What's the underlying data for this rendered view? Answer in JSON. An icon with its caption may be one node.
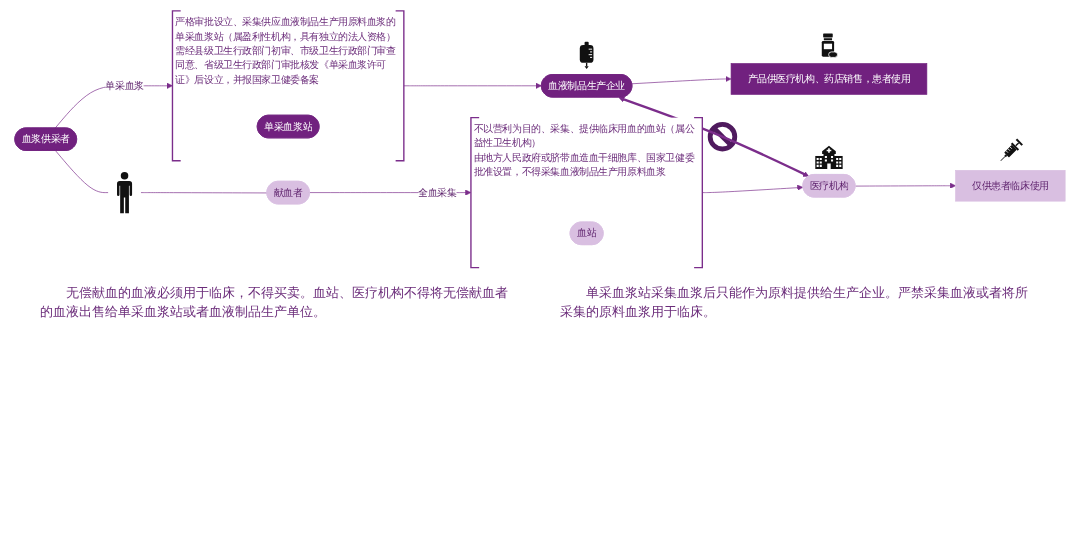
{
  "diagram": {
    "nodes": [
      {
        "text": [
          "血浆供采者"
        ]
      },
      {
        "text": [
          "严格审批设立、采集供应血液制品生产用原料血浆的单采血浆站（属盈利性机构，具有独立的法人资格）",
          "需经县级卫生行政部门初审、市级卫生行政部门审查同意、省级卫生行政部门审批核发《单采血浆许可证》后设立，并报国家卫健委备案"
        ]
      },
      {
        "text": [
          "单采血浆站"
        ],
        "in": 1
      },
      {
        "text": [
          "血液制品生产企业"
        ]
      },
      {
        "text": [
          "产品供医疗机构、药店销售，患者使用"
        ]
      },
      {
        "text": [],
        "shape": "person"
      },
      {
        "text": [
          "献血者"
        ]
      },
      {
        "text": [
          "不以营利为目的、采集、提供临床用血的血站（属公益性卫生机构）",
          "由地方人民政府或脐带血造血干细胞库、国家卫健委批准设置，不得采集血液制品生产用原料血浆"
        ]
      },
      {
        "text": [
          "血站"
        ],
        "in": 7
      },
      {
        "text": [
          "医疗机构"
        ]
      },
      {
        "text": [
          "仅供患者临床使用"
        ]
      }
    ],
    "edges": [
      {
        "from": 0,
        "to": 1,
        "arrow": "to",
        "label": "单采血浆"
      },
      {
        "from": 1,
        "to": 3,
        "arrow": "to"
      },
      {
        "from": 3,
        "to": 4,
        "arrow": "to"
      },
      {
        "from": 0,
        "to": 5,
        "arrow": "none"
      },
      {
        "from": 5,
        "to": 6,
        "arrow": "none"
      },
      {
        "from": 6,
        "to": 7,
        "arrow": "to",
        "label": "全血采集"
      },
      {
        "from": 7,
        "to": 9,
        "arrow": "to"
      },
      {
        "from": 9,
        "to": 10,
        "arrow": "to"
      },
      {
        "from": 3,
        "to": 9,
        "arrow": "both",
        "style": "thick"
      }
    ],
    "labels": [
      "无偿献血的血液必须用于临床，不得买卖。血站、医疗机构不得将无偿献血者的血液出售给单采血浆站或者血液制品生产单位。",
      "单采血浆站采集血浆后只能作为原料提供给生产企业。严禁采集血液或者将所采集的原料血浆用于临床。"
    ]
  }
}
